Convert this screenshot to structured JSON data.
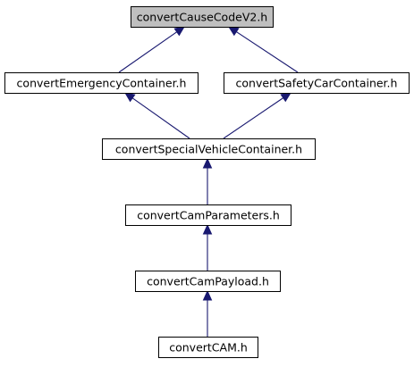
{
  "diagram": {
    "nodes": [
      {
        "id": "n0",
        "label": "convertCauseCodeV2.h",
        "highlight": true
      },
      {
        "id": "n1",
        "label": "convertEmergencyContainer.h",
        "highlight": false
      },
      {
        "id": "n2",
        "label": "convertSafetyCarContainer.h",
        "highlight": false
      },
      {
        "id": "n3",
        "label": "convertSpecialVehicleContainer.h",
        "highlight": false
      },
      {
        "id": "n4",
        "label": "convertCamParameters.h",
        "highlight": false
      },
      {
        "id": "n5",
        "label": "convertCamPayload.h",
        "highlight": false
      },
      {
        "id": "n6",
        "label": "convertCAM.h",
        "highlight": false
      }
    ],
    "edges": [
      {
        "from": "n1",
        "to": "n0"
      },
      {
        "from": "n2",
        "to": "n0"
      },
      {
        "from": "n3",
        "to": "n1"
      },
      {
        "from": "n3",
        "to": "n2"
      },
      {
        "from": "n4",
        "to": "n3"
      },
      {
        "from": "n5",
        "to": "n4"
      },
      {
        "from": "n6",
        "to": "n5"
      }
    ],
    "colors": {
      "edge": "#191970",
      "highlight_fill": "#bfbfbf",
      "node_fill": "#ffffff",
      "node_border": "#000000"
    }
  }
}
